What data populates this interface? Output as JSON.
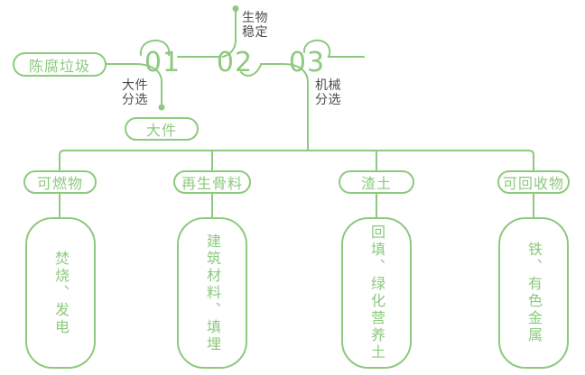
{
  "theme": {
    "accent_green": "#8DC97E",
    "label_gray": "#4D4D4D",
    "background": "#FFFFFF"
  },
  "diagram": {
    "source_label": "陈腐垃圾",
    "stages": [
      {
        "number": "01",
        "process": "大件\n分选",
        "byproduct": "大件"
      },
      {
        "number": "02",
        "process": "生物\n稳定"
      },
      {
        "number": "03",
        "process": "机械\n分选"
      }
    ],
    "outputs": [
      {
        "category": "可燃物",
        "use": "焚烧、发电"
      },
      {
        "category": "再生骨料",
        "use": "建筑材料、填埋"
      },
      {
        "category": "渣土",
        "use": "回填、绿化营养土"
      },
      {
        "category": "可回收物",
        "use": "铁、有色金属"
      }
    ]
  }
}
